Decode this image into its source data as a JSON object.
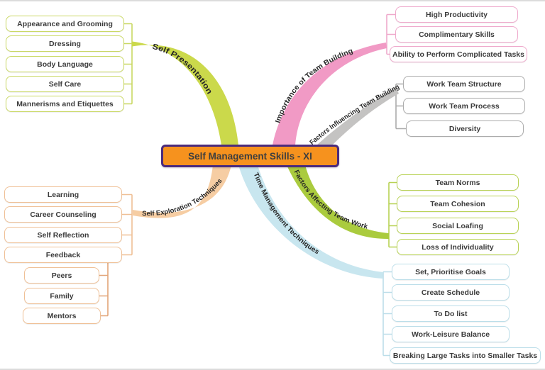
{
  "title": "Self Management Skills - XI",
  "center": {
    "label": "Self Management Skills - XI",
    "fill": "#F6921E",
    "border": "#4B2B7D"
  },
  "branches": [
    {
      "id": "self-presentation",
      "label": "Self Presentation",
      "color": "#CBD94B",
      "light": "#C9D863",
      "items": [
        "Appearance and Grooming",
        "Dressing",
        "Body Language",
        "Self Care",
        "Mannerisms and Etiquettes"
      ]
    },
    {
      "id": "importance-of-team-building",
      "label": "Importance of Team Building",
      "color": "#F19AC5",
      "light": "#EFA9CC",
      "items": [
        "High Productivity",
        "Complimentary Skills",
        "Ability to Perform Complicated Tasks"
      ]
    },
    {
      "id": "factors-influencing-team-building",
      "label": "Factors Influencing Team Building",
      "color": "#C4C3C2",
      "light": "#ACACAC",
      "items": [
        "Work Team Structure",
        "Work Team Process",
        "Diversity"
      ]
    },
    {
      "id": "factors-affecting-team-work",
      "label": "Factors Affecting Team Work",
      "color": "#AACB3E",
      "light": "#B8D254",
      "items": [
        "Team Norms",
        "Team Cohesion",
        "Social Loafing",
        "Loss of Individuality"
      ]
    },
    {
      "id": "time-management-techniques",
      "label": "Time Management Techniques",
      "color": "#C8E6EF",
      "light": "#BCDEE9",
      "items": [
        "Set, Prioritise Goals",
        "Create Schedule",
        "To Do list",
        "Work-Leisure Balance",
        "Breaking Large Tasks into Smaller Tasks"
      ]
    },
    {
      "id": "self-exploration-techniques",
      "label": "Self Exploration Techniques",
      "color": "#F6CDA3",
      "light": "#EFC096",
      "sub_light": "#E2A578",
      "items": [
        "Learning",
        "Career Counseling",
        "Self Reflection",
        "Feedback"
      ],
      "subitems": [
        "Peers",
        "Family",
        "Mentors"
      ]
    }
  ]
}
